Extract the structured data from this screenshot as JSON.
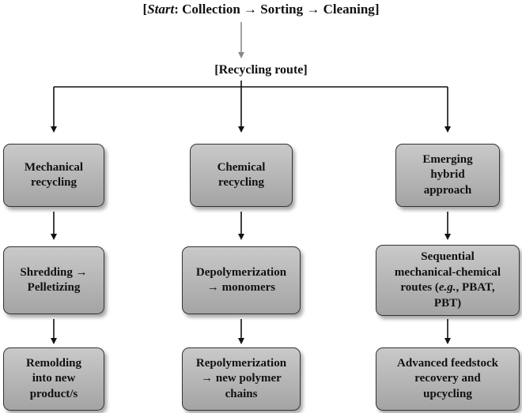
{
  "start": {
    "bracket_open": "[",
    "label": "Start",
    "colon": ":",
    "steps": "Collection → Sorting → Cleaning",
    "bracket_close": "]"
  },
  "route_label": "[Recycling route]",
  "columns": [
    {
      "boxes": [
        {
          "lines": [
            "Mechanical",
            "recycling"
          ]
        },
        {
          "lines": [
            "Shredding →",
            "Pelletizing"
          ]
        },
        {
          "lines": [
            "Remolding",
            "into new",
            "product/s"
          ]
        }
      ]
    },
    {
      "boxes": [
        {
          "lines": [
            "Chemical",
            "recycling"
          ]
        },
        {
          "lines": [
            "Depolymerization",
            "→ monomers"
          ]
        },
        {
          "lines": [
            "Repolymerization",
            "→ new polymer",
            "chains"
          ]
        }
      ]
    },
    {
      "boxes": [
        {
          "lines": [
            "Emerging",
            "hybrid",
            "approach"
          ]
        },
        {
          "lines": [
            "Sequential",
            "mechanical-chemical"
          ],
          "eg": {
            "prefix": "routes (",
            "italic": "e.g.",
            "suffix": ", PBAT,",
            "last": "PBT)"
          }
        },
        {
          "lines": [
            "Advanced feedstock",
            "recovery and",
            "upcycling"
          ]
        }
      ]
    }
  ],
  "colors": {
    "box_top": "#c9c9c9",
    "box_bottom": "#a4a4a4",
    "start_arrow": "#8a8a8a",
    "line": "#111111"
  }
}
